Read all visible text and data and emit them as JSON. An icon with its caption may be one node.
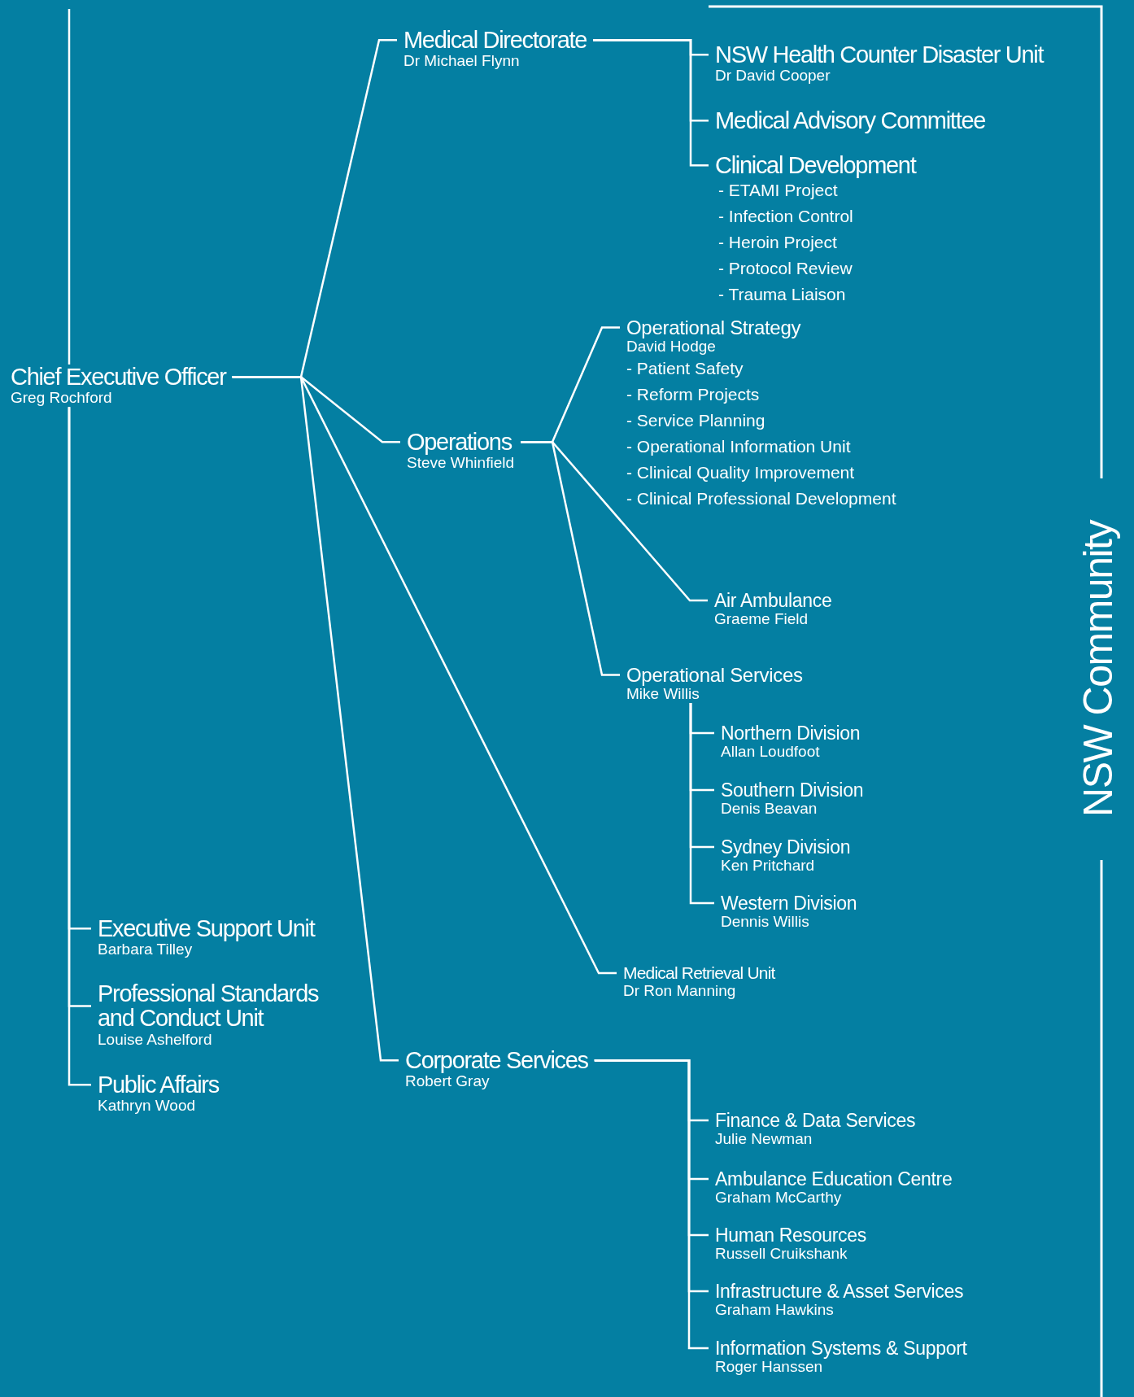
{
  "diagram": {
    "nodes": [
      {
        "text": [
          "Chief Executive Officer",
          "Greg Rochford"
        ]
      },
      {
        "text": [
          "Medical Directorate",
          "Dr Michael Flynn"
        ]
      },
      {
        "text": [
          "NSW Health Counter Disaster Unit",
          "Dr David Cooper"
        ]
      },
      {
        "text": [
          "Medical Advisory Committee"
        ]
      },
      {
        "text": [
          "Clinical Development",
          "- ETAMI Project",
          "- Infection Control",
          "- Heroin Project",
          "- Protocol Review",
          "- Trauma Liaison"
        ]
      },
      {
        "text": [
          "Operations",
          "Steve Whinfield"
        ]
      },
      {
        "text": [
          "Operational Strategy",
          "David Hodge",
          "- Patient Safety",
          "- Reform Projects",
          "- Service Planning",
          "- Operational Information Unit",
          "- Clinical Quality Improvement",
          "- Clinical Professional Development"
        ]
      },
      {
        "text": [
          "Air Ambulance",
          "Graeme Field"
        ]
      },
      {
        "text": [
          "Operational Services",
          "Mike Willis"
        ]
      },
      {
        "text": [
          "Northern Division",
          "Allan Loudfoot"
        ]
      },
      {
        "text": [
          "Southern Division",
          "Denis Beavan"
        ]
      },
      {
        "text": [
          "Sydney Division",
          "Ken Pritchard"
        ]
      },
      {
        "text": [
          "Western Division",
          "Dennis Willis"
        ]
      },
      {
        "text": [
          "Medical Retrieval Unit",
          "Dr Ron Manning"
        ]
      },
      {
        "text": [
          "Corporate Services",
          "Robert Gray"
        ]
      },
      {
        "text": [
          "Finance & Data Services",
          "Julie Newman"
        ]
      },
      {
        "text": [
          "Ambulance Education Centre",
          "Graham McCarthy"
        ]
      },
      {
        "text": [
          "Human Resources",
          "Russell Cruikshank"
        ]
      },
      {
        "text": [
          "Infrastructure & Asset Services",
          "Graham Hawkins"
        ]
      },
      {
        "text": [
          "Information Systems & Support",
          "Roger Hanssen"
        ]
      },
      {
        "text": [
          "Executive Support Unit",
          "Barbara Tilley"
        ]
      },
      {
        "text": [
          "Professional Standards and Conduct Unit",
          "Louise Ashelford"
        ]
      },
      {
        "text": [
          "Public Affairs",
          "Kathryn Wood"
        ]
      }
    ],
    "edges": [
      {
        "from": null,
        "to": 0,
        "arrow": "none"
      },
      {
        "from": 0,
        "to": 1,
        "arrow": "none"
      },
      {
        "from": 0,
        "to": 5,
        "arrow": "none"
      },
      {
        "from": 0,
        "to": 13,
        "arrow": "none"
      },
      {
        "from": 0,
        "to": 14,
        "arrow": "none"
      },
      {
        "from": 0,
        "to": 20,
        "arrow": "none"
      },
      {
        "from": 0,
        "to": 21,
        "arrow": "none"
      },
      {
        "from": 0,
        "to": 22,
        "arrow": "none"
      },
      {
        "from": 1,
        "to": 2,
        "arrow": "none"
      },
      {
        "from": 1,
        "to": 3,
        "arrow": "none"
      },
      {
        "from": 1,
        "to": 4,
        "arrow": "none"
      },
      {
        "from": 5,
        "to": 6,
        "arrow": "none"
      },
      {
        "from": 5,
        "to": 7,
        "arrow": "none"
      },
      {
        "from": 5,
        "to": 8,
        "arrow": "none"
      },
      {
        "from": 8,
        "to": 9,
        "arrow": "none"
      },
      {
        "from": 8,
        "to": 10,
        "arrow": "none"
      },
      {
        "from": 8,
        "to": 11,
        "arrow": "none"
      },
      {
        "from": 8,
        "to": 12,
        "arrow": "none"
      },
      {
        "from": 14,
        "to": 15,
        "arrow": "none"
      },
      {
        "from": 14,
        "to": 16,
        "arrow": "none"
      },
      {
        "from": 14,
        "to": 17,
        "arrow": "none"
      },
      {
        "from": 14,
        "to": 18,
        "arrow": "none"
      },
      {
        "from": 14,
        "to": 19,
        "arrow": "none"
      }
    ],
    "labels": [
      "NSW Community"
    ]
  }
}
